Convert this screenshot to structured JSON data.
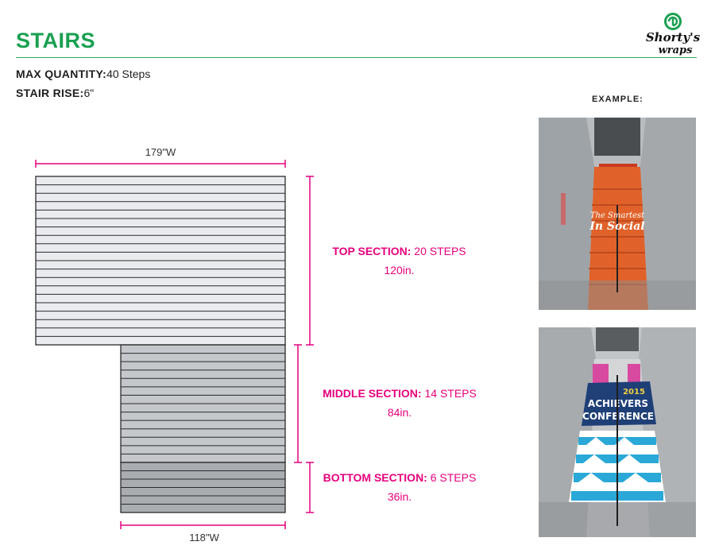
{
  "page": {
    "title": "STAIRS",
    "logo_text": "Shorty's wraps",
    "example_label": "EXAMPLE:"
  },
  "specs": {
    "max_quantity": {
      "label": "MAX QUANTITY:",
      "value": "40 Steps"
    },
    "stair_rise": {
      "label": "STAIR RISE:",
      "value": "6\""
    }
  },
  "diagram": {
    "top_width_label": "179\"W",
    "bottom_width_label": "118\"W",
    "sections": [
      {
        "name": "TOP SECTION:",
        "steps": "20 STEPS",
        "length": "120in.",
        "step_count": 20
      },
      {
        "name": "MIDDLE SECTION:",
        "steps": "14 STEPS",
        "length": "84in.",
        "step_count": 14
      },
      {
        "name": "BOTTOM SECTION:",
        "steps": "6 STEPS",
        "length": "36in.",
        "step_count": 6
      }
    ]
  },
  "examples": {
    "photo1_text_line1": "The Smartest",
    "photo1_text_line2": "In Social",
    "photo2_text_year": "2015",
    "photo2_text_line1": "ACHIEVERS",
    "photo2_text_line2": "CONFERENCE"
  },
  "colors": {
    "title_green": "#1aa052",
    "accent_magenta": "#e6007e",
    "top_fill": "#e9ebee",
    "middle_fill": "#c4c7cb",
    "bottom_fill": "#a9adb2"
  }
}
